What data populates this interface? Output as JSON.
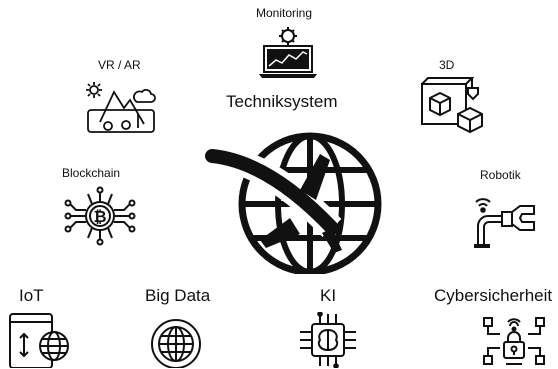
{
  "center": {
    "title": "Techniksystem"
  },
  "nodes": {
    "monitoring": {
      "label": "Monitoring",
      "icon": "monitoring-laptop-gear-chart-icon"
    },
    "vr_ar": {
      "label": "VR / AR",
      "icon": "vr-ar-device-icon"
    },
    "three_d": {
      "label": "3D",
      "icon": "3d-printer-cube-icon"
    },
    "blockchain": {
      "label": "Blockchain",
      "icon": "bitcoin-network-icon"
    },
    "robotik": {
      "label": "Robotik",
      "icon": "robot-arm-icon"
    },
    "iot": {
      "label": "IoT",
      "icon": "iot-tablet-globe-icon"
    },
    "big_data": {
      "label": "Big Data",
      "icon": "globe-data-icon"
    },
    "ki": {
      "label": "KI",
      "icon": "ai-chip-brain-icon"
    },
    "cyber": {
      "label": "Cybersicherheit",
      "icon": "security-lock-network-icon"
    }
  },
  "colors": {
    "ink": "#111111",
    "background": "#ffffff"
  }
}
